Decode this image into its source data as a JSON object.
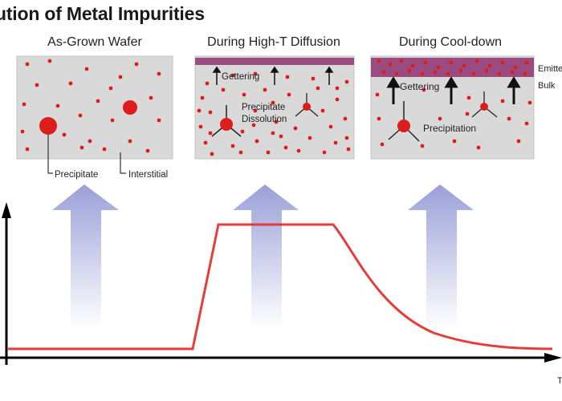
{
  "title": "ution of Metal Impurities",
  "panels": [
    {
      "title": "As-Grown Wafer",
      "labels": {
        "precipitate": "Precipitate",
        "interstitial": "Interstitial"
      }
    },
    {
      "title": "During High-T Diffusion",
      "labels": {
        "gettering": "Gettering",
        "precipitate_dissolution_line1": "Precipitate",
        "precipitate_dissolution_line2": "Dissolution"
      }
    },
    {
      "title": "During Cool-down",
      "labels": {
        "gettering": "Gettering",
        "precipitation": "Precipitation",
        "emitter": "Emitte",
        "bulk": "Bulk"
      }
    }
  ],
  "colors": {
    "impurity": "#dd1c1c",
    "wafer": "#d9d9d9",
    "emitter_layer": "#9a4c80",
    "profile_line": "#e53e3a",
    "arrow_gradient_top": "#9aa0d8",
    "arrow_gradient_bottom": "#ffffff",
    "axis": "#000000"
  },
  "x_axis_tick_fragment": "T"
}
